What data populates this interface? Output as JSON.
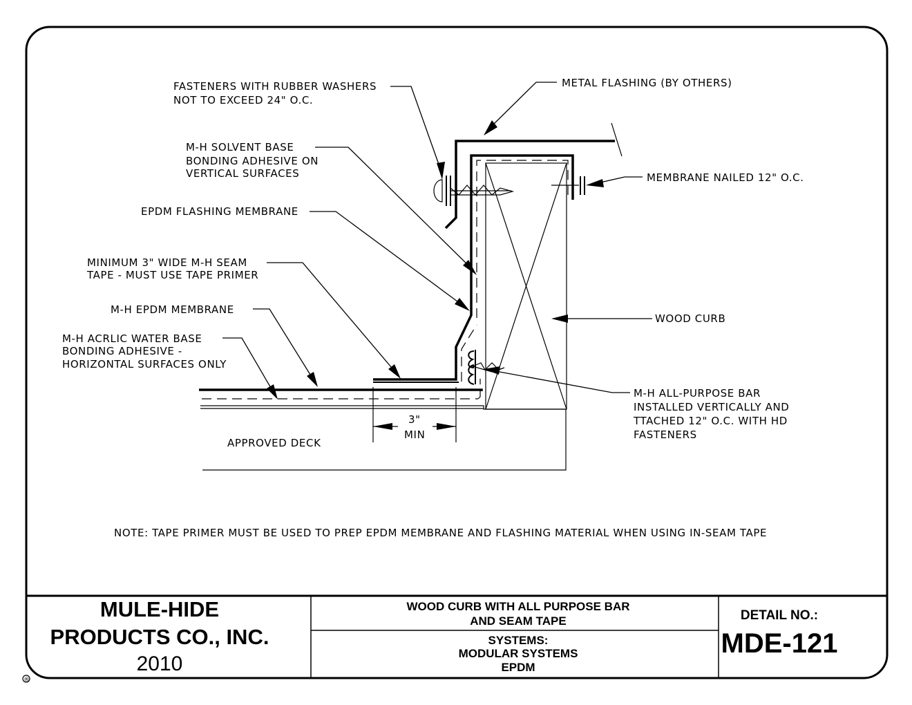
{
  "labels": {
    "fasteners_1": "FASTENERS WITH RUBBER WASHERS",
    "fasteners_2": "NOT TO EXCEED 24\" O.C.",
    "metal_flashing": "METAL FLASHING (BY OTHERS)",
    "solvent_1": "M-H SOLVENT BASE",
    "solvent_2": "BONDING ADHESIVE ON",
    "solvent_3": "VERTICAL SURFACES",
    "membrane_nailed": "MEMBRANE NAILED 12\" O.C.",
    "epdm_flashing": "EPDM FLASHING MEMBRANE",
    "seam_tape_1": "MINIMUM 3\" WIDE M-H SEAM",
    "seam_tape_2": "TAPE - MUST USE TAPE PRIMER",
    "wood_curb": "WOOD CURB",
    "epdm_membrane": "M-H EPDM MEMBRANE",
    "acrylic_1": "M-H ACRLIC WATER BASE",
    "acrylic_2": "BONDING ADHESIVE -",
    "acrylic_3": "HORIZONTAL SURFACES ONLY",
    "bar_1": "M-H ALL-PURPOSE BAR",
    "bar_2": "INSTALLED VERTICALLY AND",
    "bar_3": "TTACHED 12\" O.C. WITH HD",
    "bar_4": "FASTENERS",
    "dim_value": "3\"",
    "dim_min": "MIN",
    "approved_deck": "APPROVED DECK"
  },
  "note": "NOTE:  TAPE PRIMER MUST BE USED TO PREP EPDM MEMBRANE AND FLASHING MATERIAL WHEN USING IN-SEAM TAPE",
  "title_block": {
    "company_line1": "MULE-HIDE",
    "company_line2": "PRODUCTS CO., INC.",
    "year": "2010",
    "title_line1": "WOOD CURB WITH ALL PURPOSE BAR",
    "title_line2": "AND SEAM TAPE",
    "systems_line1": "SYSTEMS:",
    "systems_line2": "MODULAR SYSTEMS",
    "systems_line3": "EPDM",
    "detail_label": "DETAIL NO.:",
    "detail_number": "MDE-121",
    "registered_mark": "®"
  }
}
